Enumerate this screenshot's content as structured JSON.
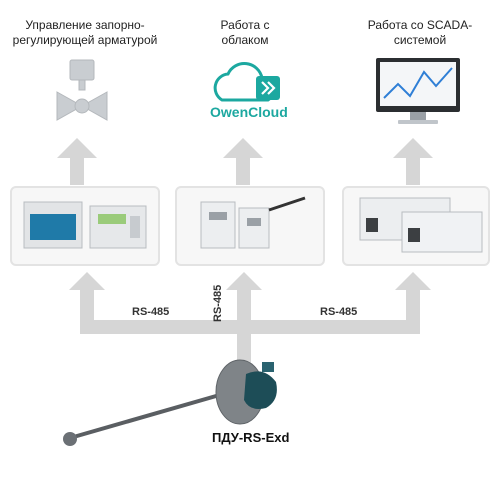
{
  "titles": {
    "valves": "Управление запорно-регулирующей арматурой",
    "cloud": "Работа с облаком",
    "scada": "Работа со SCADA-системой"
  },
  "cloud_logo_text": "OwenCloud",
  "links": {
    "left": "RS-485",
    "center": "RS-485",
    "right": "RS-485"
  },
  "device_name": "ПДУ-RS-Exd",
  "colors": {
    "arrow": "#d6d6d6",
    "brand": "#1ca8a0",
    "chart_line": "#2f7fd6"
  }
}
